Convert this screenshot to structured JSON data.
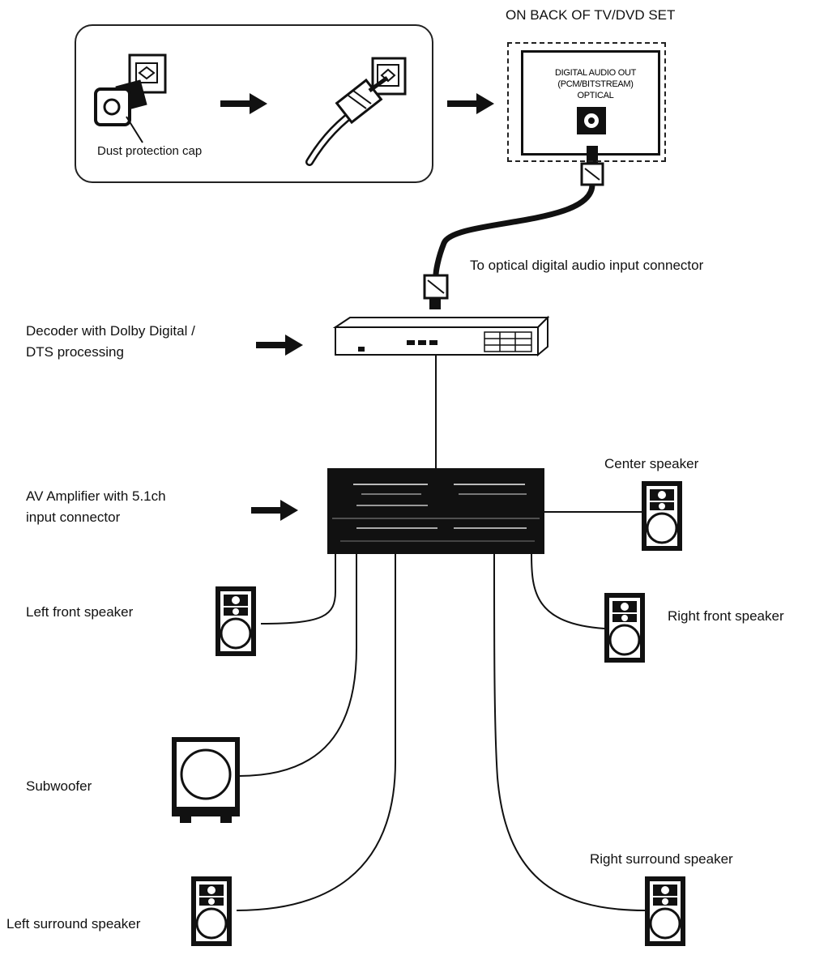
{
  "back_panel": {
    "heading": "ON BACK OF TV/DVD SET",
    "line1": "DIGITAL AUDIO OUT",
    "line2": "(PCM/BITSTREAM)",
    "line3": "OPTICAL"
  },
  "dust_cap_label": "Dust protection cap",
  "optical_label": "To optical digital audio input connector",
  "decoder": {
    "line1": "Decoder with Dolby Digital /",
    "line2": "DTS processing"
  },
  "amplifier": {
    "line1": "AV  Amplifier  with  5.1ch",
    "line2": "input  connector"
  },
  "speakers": {
    "center": "Center  speaker",
    "left_front": "Left front speaker",
    "right_front": "Right front speaker",
    "subwoofer": "Subwoofer",
    "right_surround": "Right surround speaker",
    "left_surround": "Left surround speaker"
  }
}
